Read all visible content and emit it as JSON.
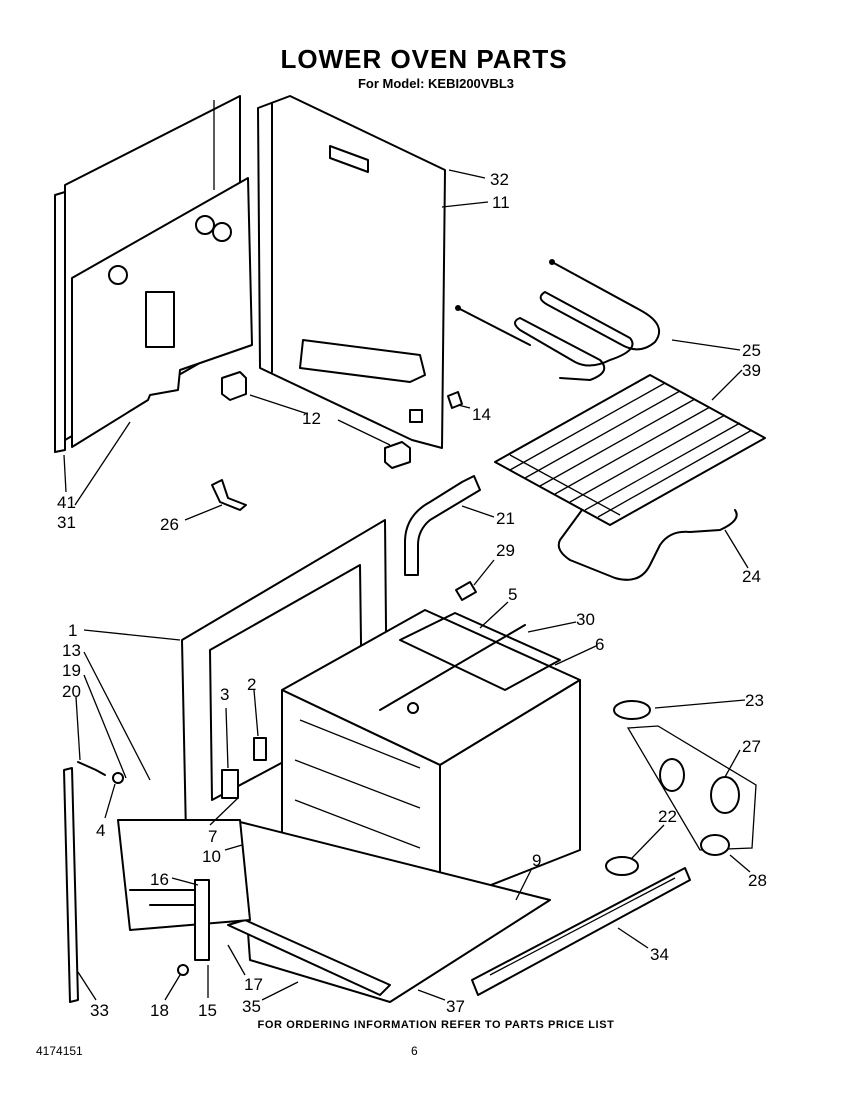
{
  "title": "LOWER OVEN PARTS",
  "subtitle": "For Model: KEBI200VBL3",
  "footer_note": "FOR ORDERING INFORMATION REFER TO PARTS PRICE LIST",
  "doc_number": "4174151",
  "page_number": "6",
  "callouts": [
    {
      "id": "c32",
      "text": "32"
    },
    {
      "id": "c11",
      "text": "11"
    },
    {
      "id": "c25",
      "text": "25"
    },
    {
      "id": "c39",
      "text": "39"
    },
    {
      "id": "c12",
      "text": "12"
    },
    {
      "id": "c14",
      "text": "14"
    },
    {
      "id": "c41",
      "text": "41"
    },
    {
      "id": "c31",
      "text": "31"
    },
    {
      "id": "c26",
      "text": "26"
    },
    {
      "id": "c21",
      "text": "21"
    },
    {
      "id": "c29",
      "text": "29"
    },
    {
      "id": "c24",
      "text": "24"
    },
    {
      "id": "c1",
      "text": "1"
    },
    {
      "id": "c5",
      "text": "5"
    },
    {
      "id": "c30",
      "text": "30"
    },
    {
      "id": "c6",
      "text": "6"
    },
    {
      "id": "c13",
      "text": "13"
    },
    {
      "id": "c19",
      "text": "19"
    },
    {
      "id": "c20",
      "text": "20"
    },
    {
      "id": "c3",
      "text": "3"
    },
    {
      "id": "c2",
      "text": "2"
    },
    {
      "id": "c23",
      "text": "23"
    },
    {
      "id": "c27",
      "text": "27"
    },
    {
      "id": "c4",
      "text": "4"
    },
    {
      "id": "c7",
      "text": "7"
    },
    {
      "id": "c10",
      "text": "10"
    },
    {
      "id": "c22",
      "text": "22"
    },
    {
      "id": "c9",
      "text": "9"
    },
    {
      "id": "c28",
      "text": "28"
    },
    {
      "id": "c16",
      "text": "16"
    },
    {
      "id": "c34",
      "text": "34"
    },
    {
      "id": "c17",
      "text": "17"
    },
    {
      "id": "c33",
      "text": "33"
    },
    {
      "id": "c18",
      "text": "18"
    },
    {
      "id": "c15",
      "text": "15"
    },
    {
      "id": "c35",
      "text": "35"
    },
    {
      "id": "c37",
      "text": "37"
    }
  ]
}
